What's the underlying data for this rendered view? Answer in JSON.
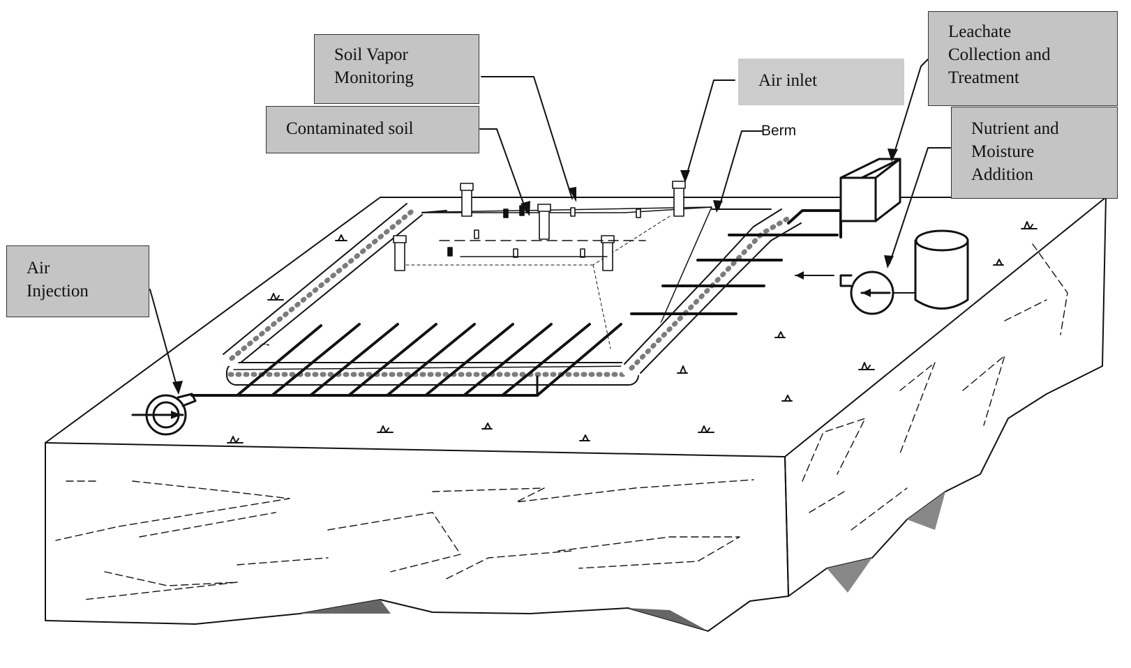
{
  "labels": {
    "soil_vapor_monitoring": [
      "Soil Vapor",
      "Monitoring"
    ],
    "contaminated_soil": [
      "Contaminated soil"
    ],
    "air_inlet": [
      "Air inlet"
    ],
    "leachate": [
      "Leachate",
      "Collection and",
      "Treatment"
    ],
    "nutrient": [
      "Nutrient and",
      "Moisture",
      "Addition"
    ],
    "air_injection": [
      "Air",
      "Injection"
    ],
    "berm": "Berm"
  },
  "colors": {
    "callout_fill": "#c4c4c4",
    "callout_border": "#333333",
    "ink": "#111111",
    "background": "#ffffff"
  }
}
